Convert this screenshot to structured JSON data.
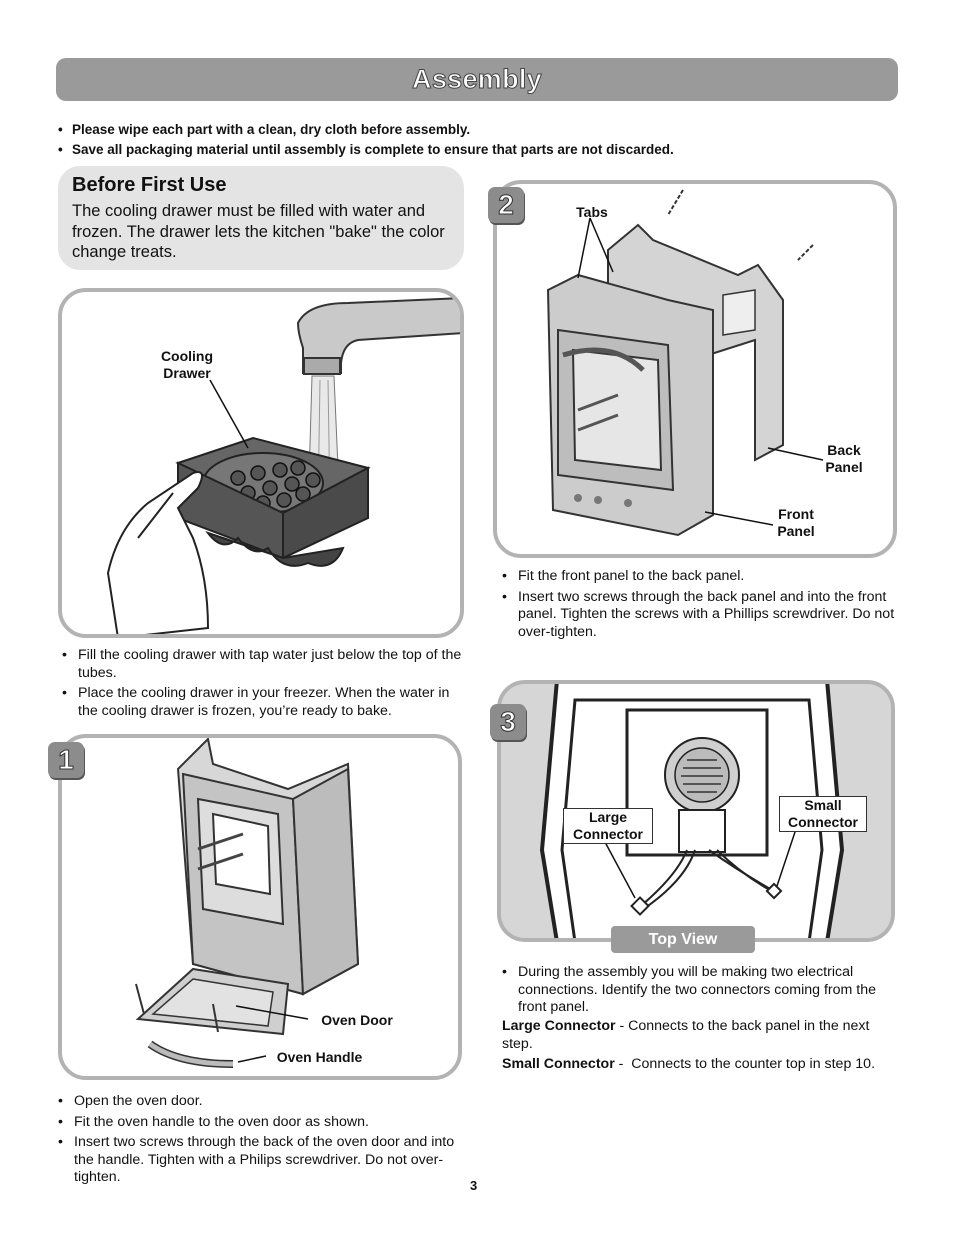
{
  "header": {
    "title": "Assembly"
  },
  "top_notes": [
    "Please wipe each part with a clean, dry cloth before assembly.",
    "Save all packaging material until assembly is complete to ensure that parts are not discarded."
  ],
  "before_first_use": {
    "title": "Before First Use",
    "text": "The cooling drawer must be filled with water and frozen. The drawer lets the kitchen \"bake\" the color change treats."
  },
  "cooling": {
    "label": "Cooling Drawer",
    "bullets": [
      "Fill the cooling drawer with tap water just below the top of the tubes.",
      "Place the cooling drawer in your freezer. When the water in the cooling drawer is frozen, you’re ready to bake."
    ]
  },
  "step1": {
    "number": "1",
    "labels": {
      "oven_door": "Oven Door",
      "oven_handle": "Oven Handle"
    },
    "bullets": [
      "Open the oven door.",
      "Fit the oven handle to the oven door as shown.",
      "Insert two screws through the back of the oven door and into the handle. Tighten with a Philips screwdriver. Do not over-tighten."
    ]
  },
  "step2": {
    "number": "2",
    "labels": {
      "tabs": "Tabs",
      "back_panel": "Back Panel",
      "front_panel": "Front Panel"
    },
    "bullets": [
      "Fit the front panel to the back panel.",
      "Insert two screws through the back panel and into the front panel. Tighten the screws with a Phillips screwdriver. Do not over-tighten."
    ]
  },
  "step3": {
    "number": "3",
    "labels": {
      "large_connector": "Large Connector",
      "small_connector": "Small Connector",
      "top_view": "Top View"
    },
    "bullets": [
      "During the assembly you will be making two electrical connections. Identify the two connectors coming from the front panel."
    ],
    "definitions": [
      {
        "term": "Large Connector",
        "sep": " - ",
        "desc": "Connects to the back panel in the next step."
      },
      {
        "term": "Small Connector",
        "sep": " -  ",
        "desc": "Connects to the counter top in step 10."
      }
    ]
  },
  "page_number": "3"
}
